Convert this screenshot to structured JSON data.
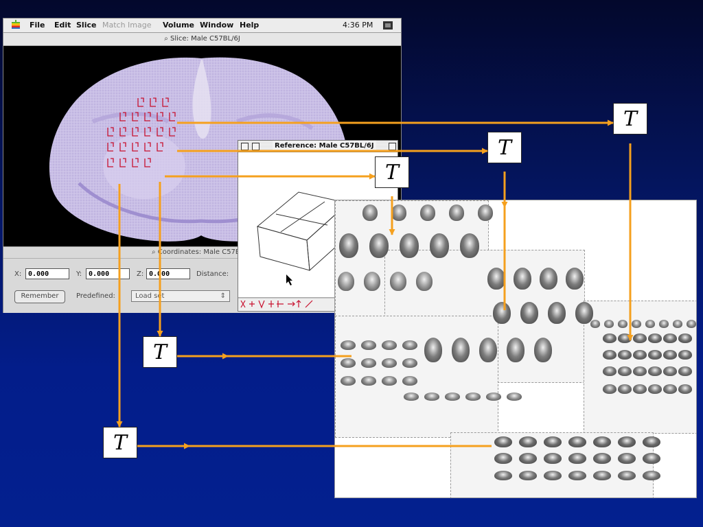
{
  "menubar": {
    "items": [
      "File",
      "Edit",
      "Slice",
      "Match Image",
      "Volume",
      "Window",
      "Help"
    ],
    "clock": "4:36 PM"
  },
  "slice_window": {
    "title": "Slice: Male C57BL/6J"
  },
  "coordinates_panel": {
    "title": "Coordinates: Male C57BL/6J",
    "x_label": "X:",
    "x_value": "0.000",
    "y_label": "Y:",
    "y_value": "0.000",
    "z_label": "Z:",
    "z_value": "0.000",
    "distance_label": "Distance:",
    "remember_button": "Remember",
    "predefined_label": "Predefined:",
    "predefined_value": "Load set",
    "predefined_arrow": "⇕"
  },
  "reference_window": {
    "title": "Reference: Male C57BL/6J"
  },
  "transform_label": "T",
  "colors": {
    "arrow": "#f5a01e",
    "grid_mark": "#c8102e",
    "background": "#03208f"
  },
  "icons": [
    "apple-menu-icon",
    "application-icon",
    "window-icon",
    "cursor-arrow-icon"
  ]
}
